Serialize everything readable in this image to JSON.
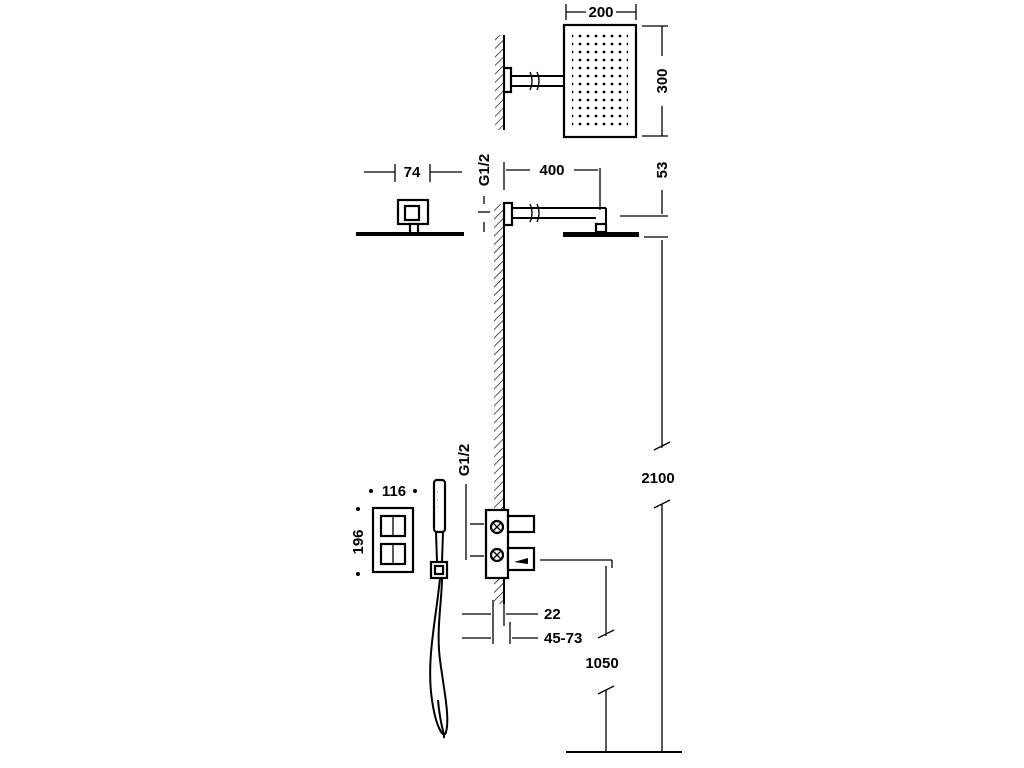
{
  "dimensions": {
    "head_width": "200",
    "head_depth": "300",
    "head_thickness": "53",
    "arm_length": "400",
    "arm_flange": "74",
    "inlet_top": "G1/2",
    "inlet_valve": "G1/2",
    "plate_width": "116",
    "plate_height": "196",
    "wall_offset": "22",
    "embed_depth": "45-73",
    "valve_height": "1050",
    "total_height": "2100"
  },
  "colors": {
    "line": "#000000",
    "background": "#ffffff"
  }
}
